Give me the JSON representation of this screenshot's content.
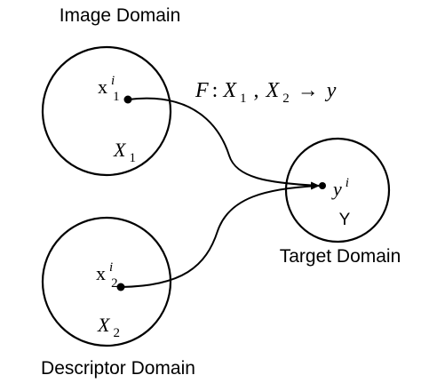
{
  "domains": {
    "image": {
      "label": "Image Domain",
      "point_base": "x",
      "point_sup": "i",
      "point_sub": "1",
      "set_base": "X",
      "set_sub": "1"
    },
    "descriptor": {
      "label": "Descriptor Domain",
      "point_base": "x",
      "point_sup": "i",
      "point_sub": "2",
      "set_base": "X",
      "set_sub": "2"
    },
    "target": {
      "label": "Target Domain",
      "point_base": "y",
      "point_sup": "i",
      "set_label": "Y"
    }
  },
  "mapping": {
    "func": "F",
    "colon": ":",
    "x1_base": "X",
    "x1_sub": "1",
    "comma": ",",
    "x2_base": "X",
    "x2_sub": "2",
    "arrow": "→",
    "codomain": "y"
  }
}
